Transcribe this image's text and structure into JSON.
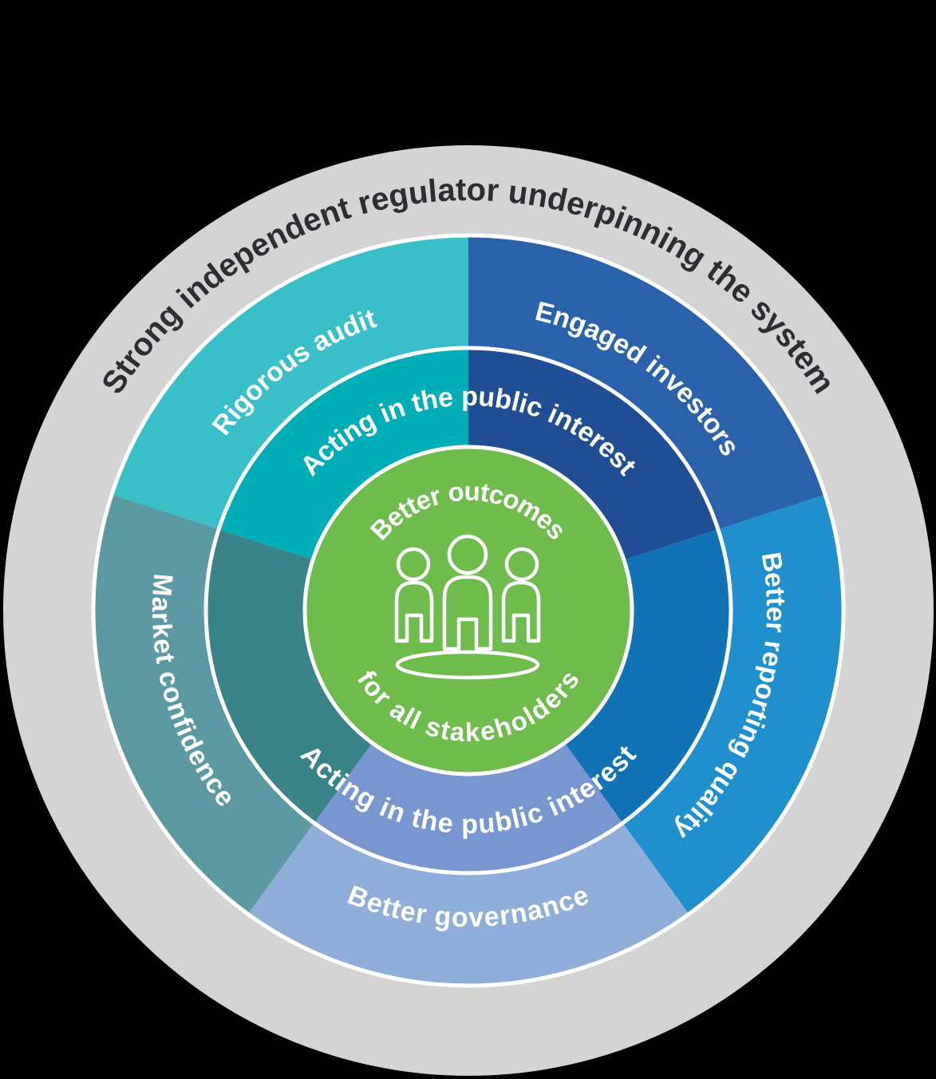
{
  "canvas": {
    "background": "#000000"
  },
  "gray_ring": {
    "color": "#D5D4D4"
  },
  "title": {
    "text": "Strong independent regulator underpinning the system",
    "color": "#2E2E30"
  },
  "outer_ring": {
    "label_color": "#FFFFFF",
    "segments": [
      {
        "label": "Rigorous audit",
        "color": "#38BFC7",
        "position": "top-left"
      },
      {
        "label": "Engaged investors",
        "color": "#2A63AC",
        "position": "top-right"
      },
      {
        "label": "Better reporting quality",
        "color": "#1F8FCE",
        "position": "right"
      },
      {
        "label": "Better governance",
        "color": "#8FAED9",
        "position": "bottom"
      },
      {
        "label": "Market confidence",
        "color": "#5C9AA3",
        "position": "left"
      }
    ]
  },
  "middle_ring": {
    "label_color": "#FFFFFF",
    "top_label": "Acting in the public interest",
    "bottom_label": "Acting in the public interest",
    "segments": [
      {
        "position": "top-left",
        "color": "#00AEB8"
      },
      {
        "position": "top-right",
        "color": "#1F4E94"
      },
      {
        "position": "right",
        "color": "#1173B5"
      },
      {
        "position": "bottom",
        "color": "#7897D0"
      },
      {
        "position": "left",
        "color": "#3A8389"
      }
    ]
  },
  "center_circle": {
    "color": "#6EBC4C",
    "top_label": "Better outcomes",
    "bottom_label": "for all stakeholders",
    "label_color": "#FFFFFF",
    "icon": "people-group-icon"
  }
}
